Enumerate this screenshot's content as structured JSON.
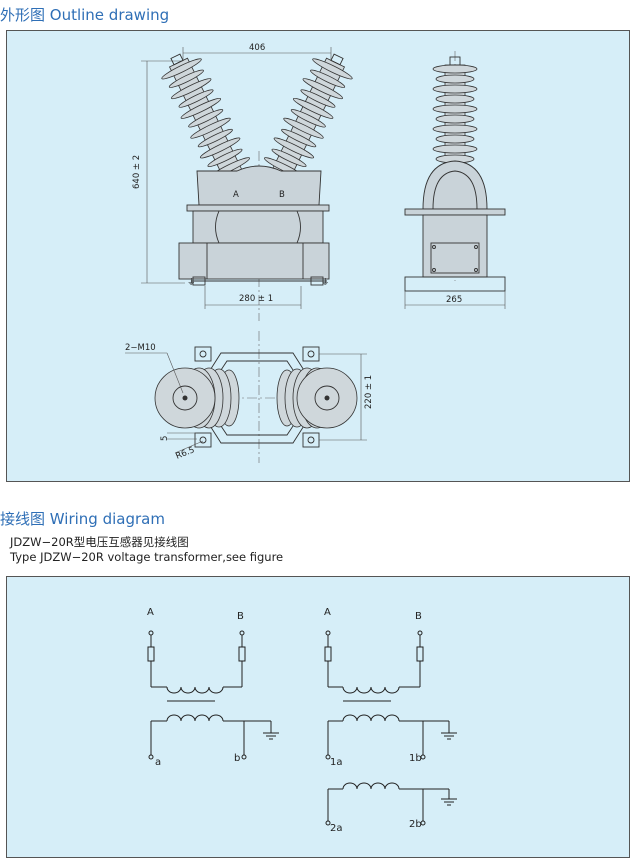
{
  "outline": {
    "title": "外形图  Outline drawing",
    "dims": {
      "top_width": "406",
      "height": "640 ± 2",
      "base_spacing": "280 ± 1",
      "side_width": "265",
      "mount": "2−M10",
      "plan_height": "220 ± 1",
      "gap": "5",
      "radius": "R6.5"
    },
    "terminal_a": "A",
    "terminal_b": "B"
  },
  "wiring": {
    "title": "接线图  Wiring diagram",
    "line_cn": "JDZW−20R型电压互感器见接线图",
    "line_en": "Type JDZW−20R voltage transformer,see figure",
    "left": {
      "A": "A",
      "B": "B",
      "a": "a",
      "b": "b"
    },
    "right": {
      "A": "A",
      "B": "B",
      "a1": "1a",
      "b1": "1b",
      "a2": "2a",
      "b2": "2b"
    }
  }
}
